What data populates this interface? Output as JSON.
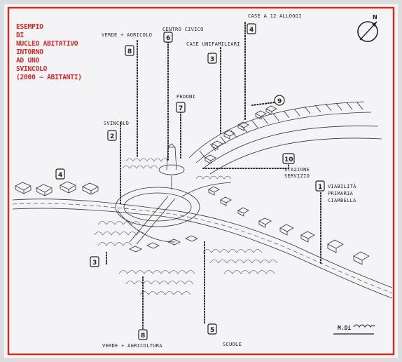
{
  "title_lines": [
    "ESEMPIO",
    "DI",
    "NUCLEO ABITATIVO",
    "INTORNO",
    "AD UNO",
    "SVINCOLO",
    "(2000 ~ ABITANTI)"
  ],
  "north_label": "N",
  "signature": "M.Di",
  "colors": {
    "frame": "#d12a20",
    "title": "#d12a20",
    "ink": "#222222",
    "paper": "#f4f4f6"
  },
  "callouts": [
    {
      "num": "1",
      "text": "VIABILITÀ PRIMARIA CIAMBELLA"
    },
    {
      "num": "2",
      "text": "SVINCOLO"
    },
    {
      "num": "3",
      "text": "CASE UNIFAMILIARI"
    },
    {
      "num": "3",
      "text": ""
    },
    {
      "num": "4",
      "text": "CASE A 12 ALLOGGI"
    },
    {
      "num": "4",
      "text": ""
    },
    {
      "num": "5",
      "text": "SCUOLE"
    },
    {
      "num": "6",
      "text": "CENTRO CIVICO"
    },
    {
      "num": "7",
      "text": "PEDONI"
    },
    {
      "num": "8",
      "text": "VERDE + AGRICOLO"
    },
    {
      "num": "8",
      "text": "VERDE + AGRICOLTURA"
    },
    {
      "num": "9",
      "text": ""
    },
    {
      "num": "10",
      "text": "STAZIONE SERVIZIO"
    }
  ]
}
